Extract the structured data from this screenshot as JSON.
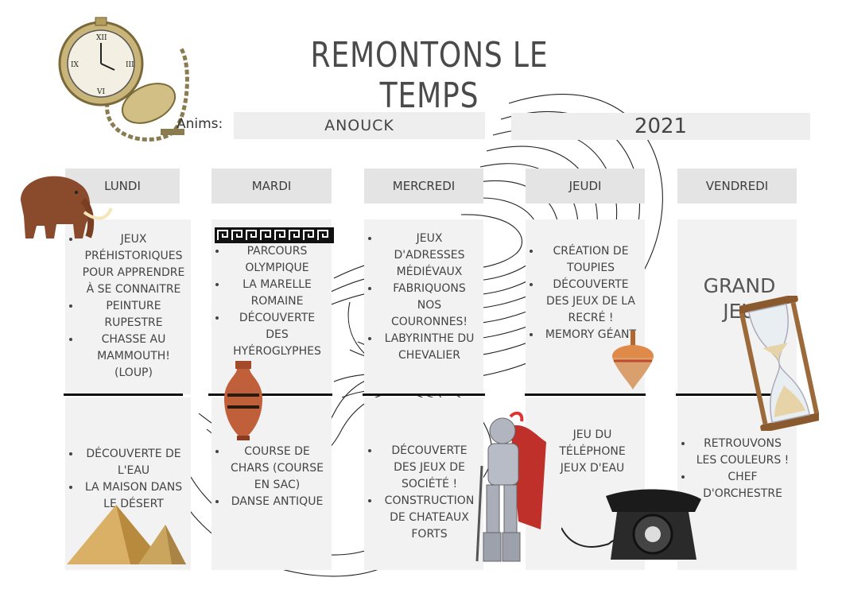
{
  "title": "REMONTONS LE TEMPS",
  "anims_label": "Anims:",
  "anims_value": "ANOUCK",
  "year": "2021",
  "days": [
    {
      "name": "LUNDI",
      "morning": [
        "JEUX PRÉHISTORIQUES POUR APPRENDRE À SE CONNAITRE",
        "PEINTURE RUPESTRE",
        "CHASSE AU MAMMOUTH! (LOUP)"
      ],
      "afternoon": [
        "DÉCOUVERTE DE L'EAU",
        "LA MAISON DANS LE DÉSERT"
      ]
    },
    {
      "name": "MARDI",
      "morning": [
        "PARCOURS OLYMPIQUE",
        "LA MARELLE ROMAINE",
        "DÉCOUVERTE DES HYÉROGLYPHES"
      ],
      "afternoon": [
        "COURSE DE CHARS (COURSE EN SAC)",
        "DANSE ANTIQUE"
      ]
    },
    {
      "name": "MERCREDI",
      "morning": [
        "JEUX D'ADRESSES MÉDIÉVAUX",
        "FABRIQUONS NOS COURONNES!",
        "LABYRINTHE DU CHEVALIER"
      ],
      "afternoon": [
        "DÉCOUVERTE DES JEUX DE SOCIÉTÉ !",
        "CONSTRUCTION DE CHATEAUX FORTS"
      ]
    },
    {
      "name": "JEUDI",
      "morning": [
        "CRÉATION DE TOUPIES",
        "DÉCOUVERTE DES JEUX DE LA RECRÉ !",
        "MEMORY GÉANT"
      ],
      "afternoon_text": "JEU DU TÉLÉPHONE JEUX D'EAU"
    },
    {
      "name": "VENDREDI",
      "morning_text": "GRAND JEU",
      "afternoon": [
        "RETROUVONS LES COULEURS !",
        "CHEF D'ORCHESTRE"
      ]
    }
  ],
  "icons": [
    "pocket-watch-icon",
    "mammoth-icon",
    "greek-key-border-icon",
    "amphora-icon",
    "pyramids-icon",
    "spinning-top-icon",
    "knight-icon",
    "telephone-icon",
    "hourglass-icon"
  ],
  "colors": {
    "background": "#ffffff",
    "day_header": "#e4e4e4",
    "box": "#f2f2f2",
    "text": "#4a4a4a",
    "divider": "#111111"
  }
}
